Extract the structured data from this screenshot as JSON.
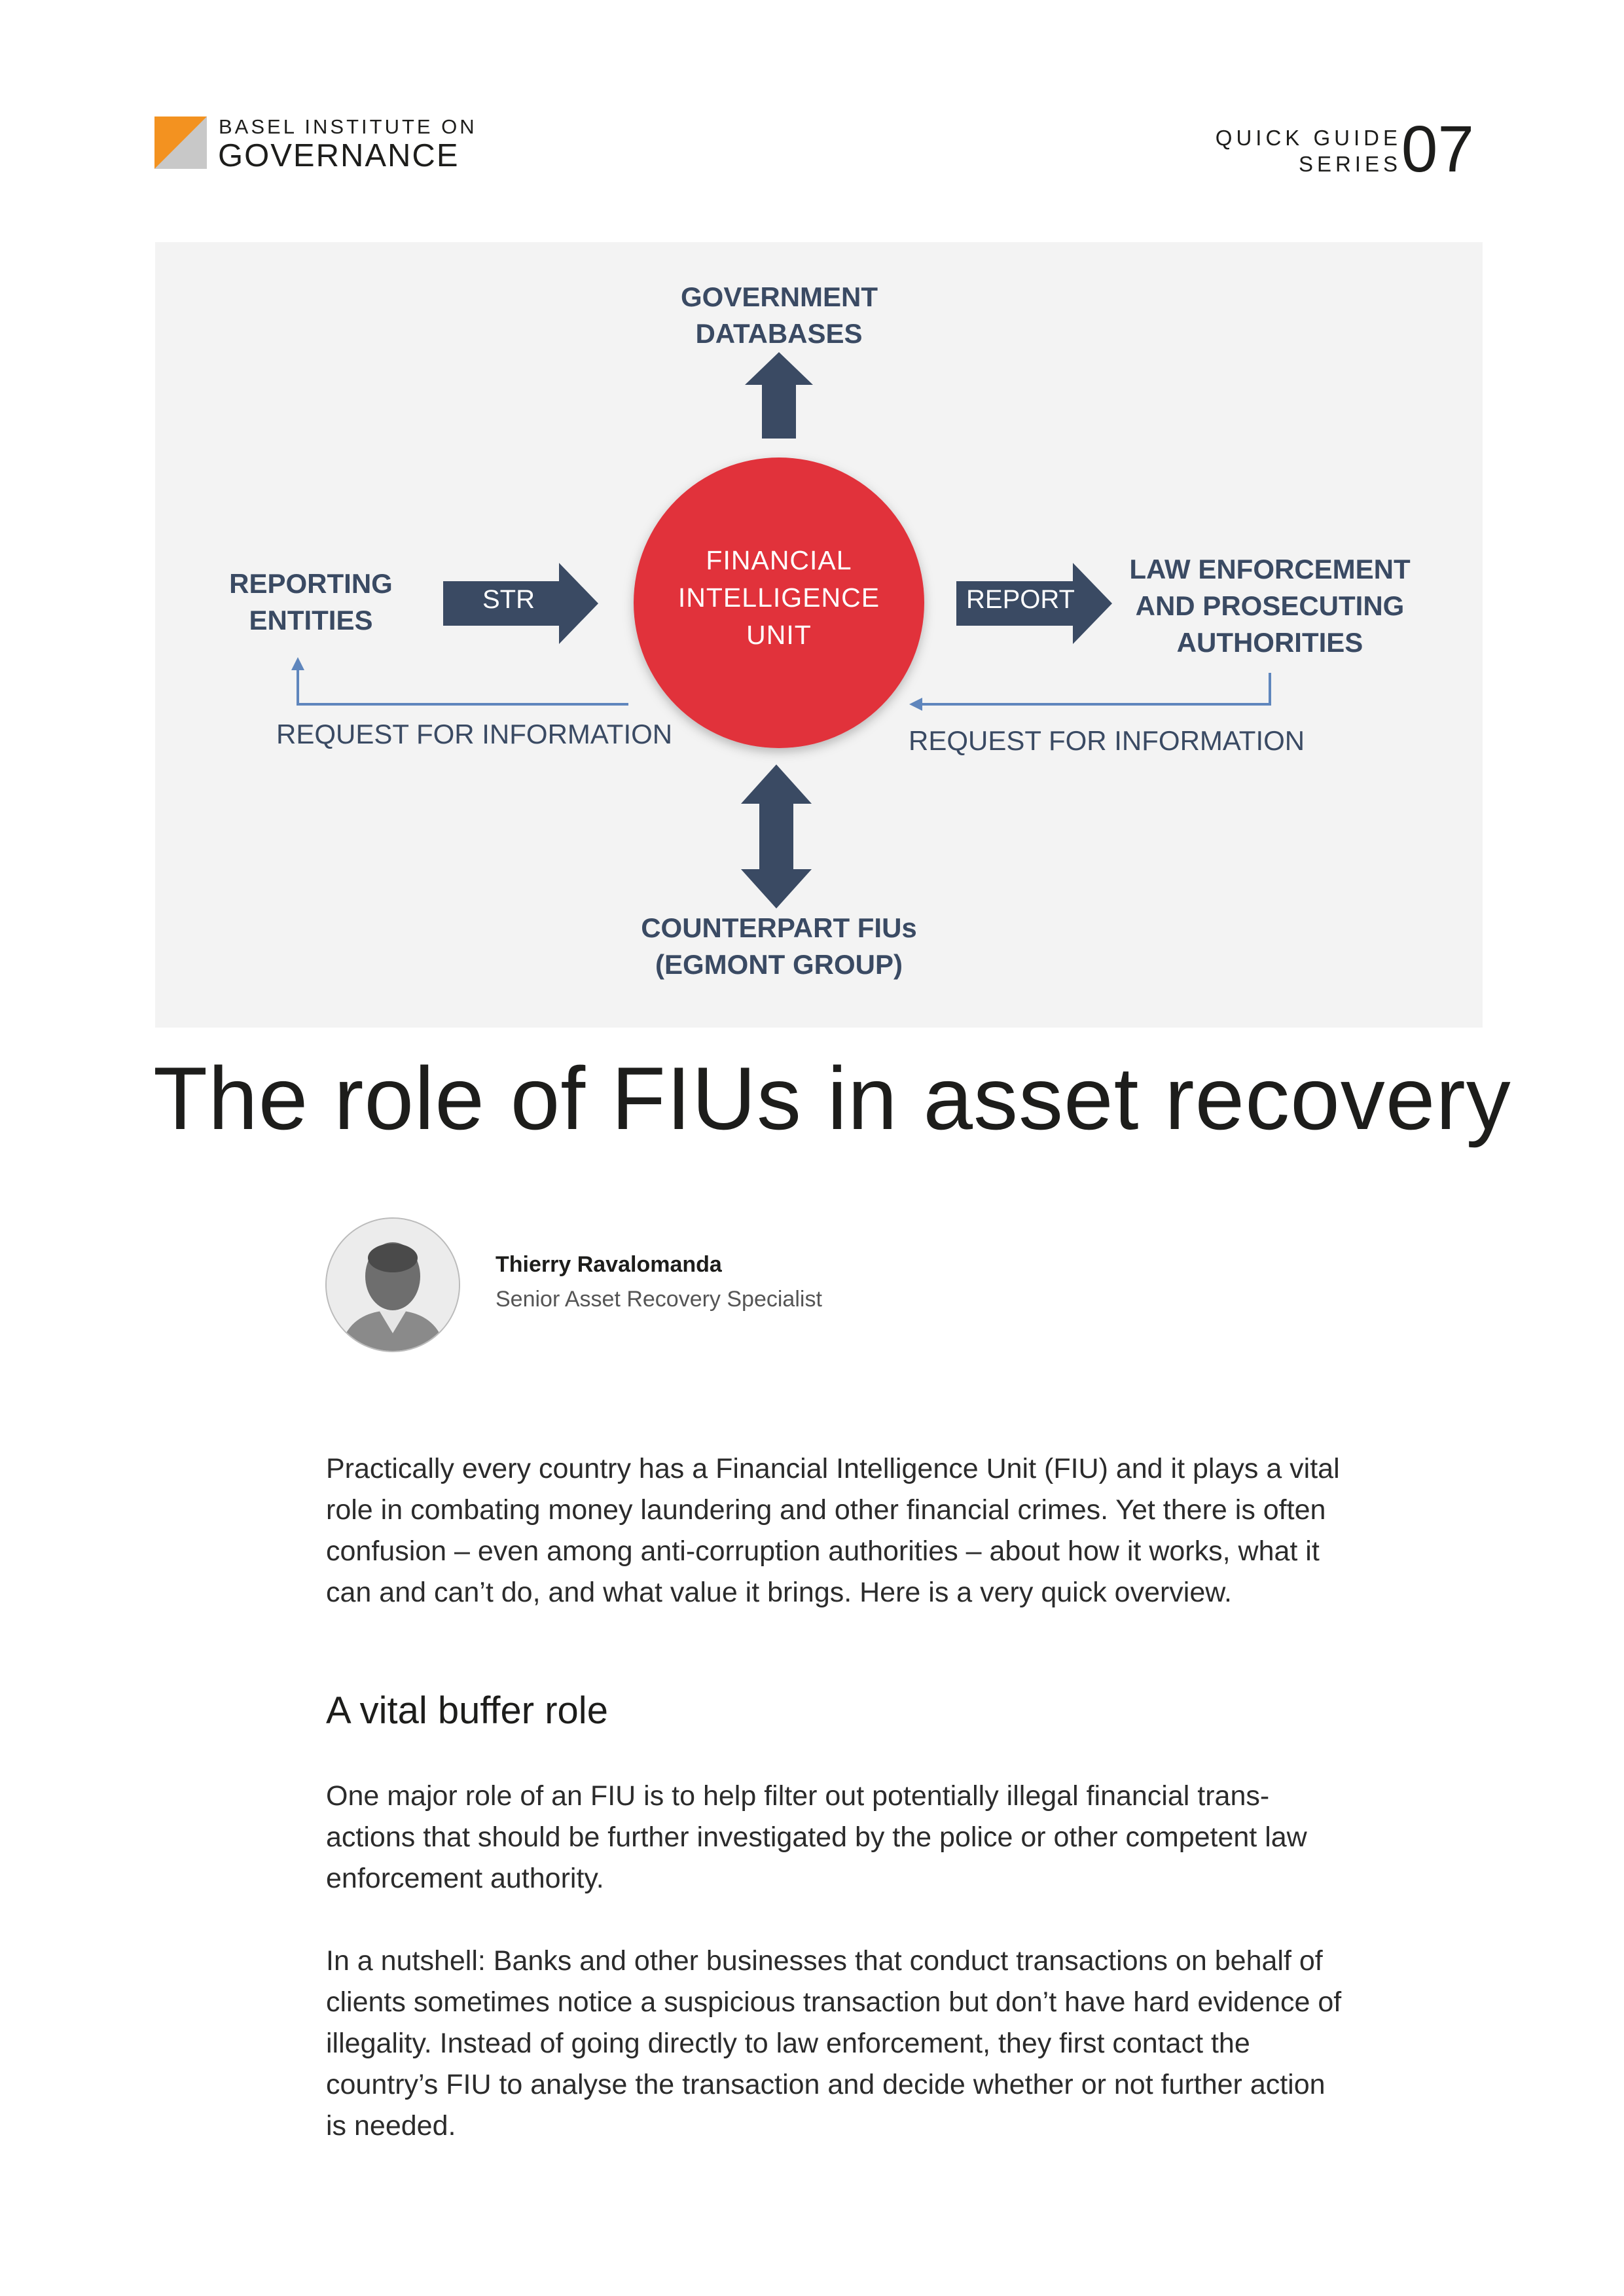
{
  "header": {
    "logo_line1": "BASEL INSTITUTE ON",
    "logo_line2": "GOVERNANCE",
    "series_line1": "QUICK GUIDE",
    "series_line2": "SERIES",
    "series_number": "07",
    "logo_colors": {
      "orange": "#f39220",
      "grey": "#c8c8c8"
    }
  },
  "diagram": {
    "center_lines": [
      "FINANCIAL",
      "INTELLIGENCE",
      "UNIT"
    ],
    "top_lines": [
      "GOVERNMENT",
      "DATABASES"
    ],
    "left_lines": [
      "REPORTING",
      "ENTITIES"
    ],
    "right_lines": [
      "LAW ENFORCEMENT",
      "AND PROSECUTING",
      "AUTHORITIES"
    ],
    "bottom_lines": [
      "COUNTERPART FIUs",
      "(EGMONT GROUP)"
    ],
    "str_label": "STR",
    "report_label": "REPORT",
    "left_request": "REQUEST FOR INFORMATION",
    "right_request": "REQUEST FOR INFORMATION",
    "colors": {
      "circle": "#e1303b",
      "arrow": "#3a4a63",
      "line": "#5f86bd",
      "background": "#f3f3f3"
    }
  },
  "title": "The role of FIUs in asset recovery",
  "author": {
    "name": "Thierry Ravalomanda",
    "role": "Senior Asset Recovery Specialist"
  },
  "body": {
    "intro": "Practically every country has a Financial Intelligence Unit (FIU) and it plays a vital role in combating money laundering and other financial crimes. Yet there is often confusion – even among anti-corruption authorities – about how it works, what it can and can’t do, and what value it brings. Here is a very quick overview.",
    "section_heading": "A vital buffer role",
    "para1": "One major role of an FIU is to help filter out potentially illegal financial trans-actions that should be further investigated by the police or other competent law enforcement authority.",
    "para2": "In a nutshell: Banks and other businesses that conduct transactions on behalf of clients sometimes notice a suspicious transaction but don’t have hard evidence of illegality. Instead of going directly to law enforcement, they first contact the country’s FIU to analyse the transaction and decide whether or not further action is needed."
  }
}
